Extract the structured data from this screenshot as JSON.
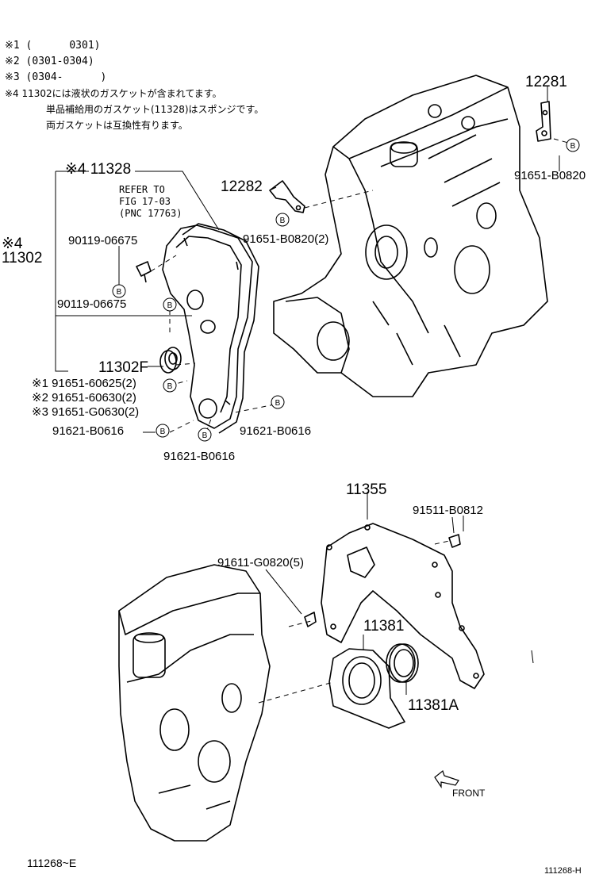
{
  "notes": [
    "※1 (      0301)",
    "※2 (0301-0304)",
    "※3 (0304-      )"
  ],
  "note4": [
    "※4 11302には液状のガスケットが含まれてます。",
    "単品補給用のガスケット(11328)はスポンジです。",
    "両ガスケットは互換性有ります。"
  ],
  "labels": {
    "p12281": "12281",
    "p91651_b0820_a": "91651-B0820",
    "p12282": "12282",
    "p91651_b0820_2": "91651-B0820(2)",
    "p11328": "※4 11328",
    "refer": [
      "REFER TO",
      "FIG 17-03",
      "(PNC 17763)"
    ],
    "p90119_a": "90119-06675",
    "p90119_b": "90119-06675",
    "star4": "※4",
    "p11302": "11302",
    "p11302F": "11302F",
    "p91651_60625": "※1 91651-60625(2)",
    "p91651_60630": "※2 91651-60630(2)",
    "p91651_g0630": "※3 91651-G0630(2)",
    "p91621_a": "91621-B0616",
    "p91621_b": "91621-B0616",
    "p91621_c": "91621-B0616",
    "p11355": "11355",
    "p91511": "91511-B0812",
    "p91611": "91611-G0820(5)",
    "p11381": "11381",
    "p11381A": "11381A",
    "front": "FRONT",
    "b": "B"
  },
  "footer": {
    "left": "111268~E",
    "right": "111268-H"
  }
}
